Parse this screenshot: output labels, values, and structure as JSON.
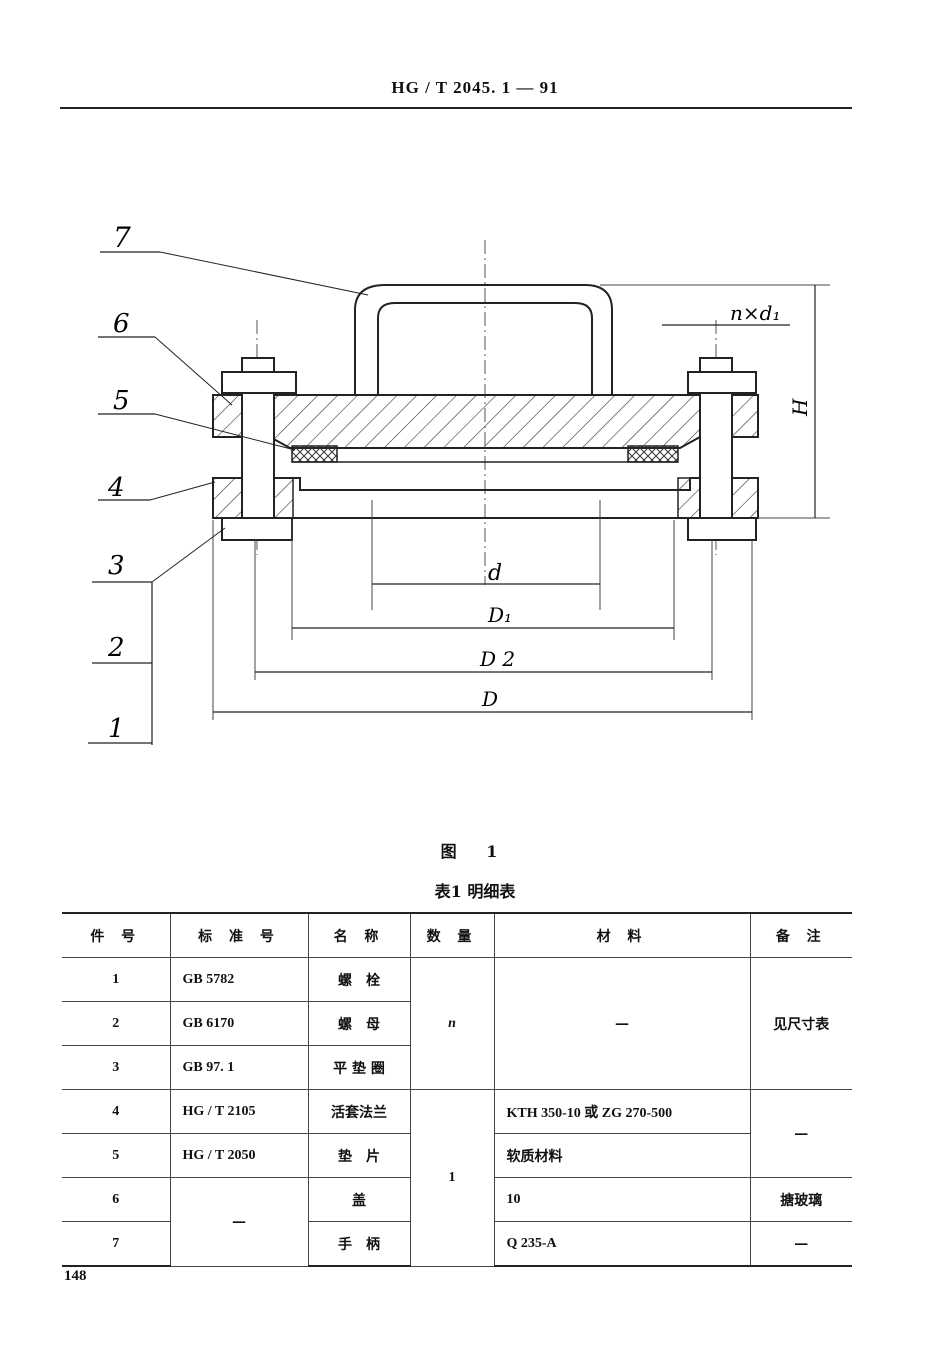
{
  "header": {
    "standard_code": "HG / T  2045. 1 — 91"
  },
  "figure": {
    "caption": "图  1",
    "part_numbers": [
      "7",
      "6",
      "5",
      "4",
      "3",
      "2",
      "1"
    ],
    "dimensions": {
      "d": "d",
      "D1": "D₁",
      "D2": "D 2",
      "D": "D",
      "H": "H",
      "nxd1": "n×d₁"
    }
  },
  "table": {
    "title": "表1   明细表",
    "headers": [
      "件  号",
      "标 准 号",
      "名 称",
      "数 量",
      "材    料",
      "备  注"
    ],
    "rows": [
      {
        "no": "1",
        "std": "GB 5782",
        "name": "螺　栓"
      },
      {
        "no": "2",
        "std": "GB 6170",
        "name": "螺　母"
      },
      {
        "no": "3",
        "std": "GB 97. 1",
        "name": "平 垫 圈"
      },
      {
        "no": "4",
        "std": "HG / T 2105",
        "name": "活套法兰"
      },
      {
        "no": "5",
        "std": "HG / T 2050",
        "name": "垫　片"
      },
      {
        "no": "6",
        "std": "—",
        "name": "盖"
      },
      {
        "no": "7",
        "std": "",
        "name": "手　柄"
      }
    ],
    "qty_group_a": "n",
    "qty_group_b": "1",
    "material_group_a": "—",
    "material_4": "KTH 350-10 或 ZG 270-500",
    "material_5": "软质材料",
    "material_6": "10",
    "material_7": "Q 235-A",
    "remark_group_a": "见尺寸表",
    "remark_group_b": "—",
    "remark_6": "搪玻璃",
    "remark_7": "—"
  },
  "page_number": "148"
}
